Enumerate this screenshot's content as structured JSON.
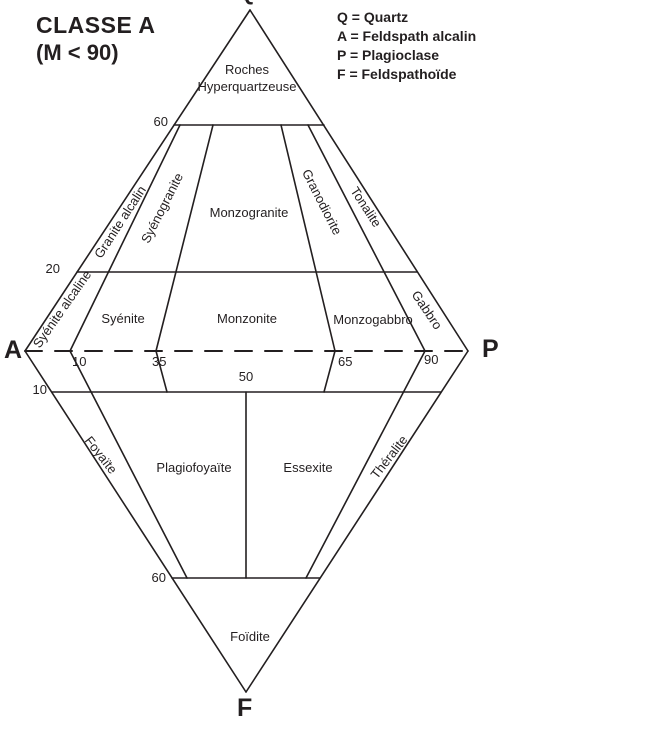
{
  "title": {
    "line1": "CLASSE A",
    "line2": "(M < 90)"
  },
  "legend": {
    "items": [
      "Q = Quartz",
      "A = Feldspath alcalin",
      "P = Plagioclase",
      "F = Feldspathoïde"
    ]
  },
  "vertices": {
    "q": "Q",
    "a": "A",
    "p": "P",
    "f": "F"
  },
  "axis_values": {
    "q60": "60",
    "q20": "20",
    "tick10": "10",
    "tick35": "35",
    "tick65": "65",
    "tick90": "90",
    "mid50": "50",
    "f10": "10",
    "f60": "60"
  },
  "fields": {
    "roches_line1": "Roches",
    "roches_line2": "Hyperquartzeuse",
    "granite_alcalin": "Granite alcalin",
    "syenogranite": "Syénogranite",
    "monzogranite": "Monzogranite",
    "granodiorite": "Granodiorite",
    "tonalite": "Tonalite",
    "syenite_alcaline": "Syénite alcaline",
    "syenite": "Syénite",
    "monzonite": "Monzonite",
    "monzogabbro": "Monzogabbro",
    "gabbro": "Gabbro",
    "foyaite": "Foyaïte",
    "plagiofoyaite": "Plagiofoyaïte",
    "essexite": "Essexite",
    "theralite": "Théralite",
    "foidite": "Foïdite"
  },
  "colors": {
    "ink": "#231f20",
    "background": "#ffffff"
  }
}
